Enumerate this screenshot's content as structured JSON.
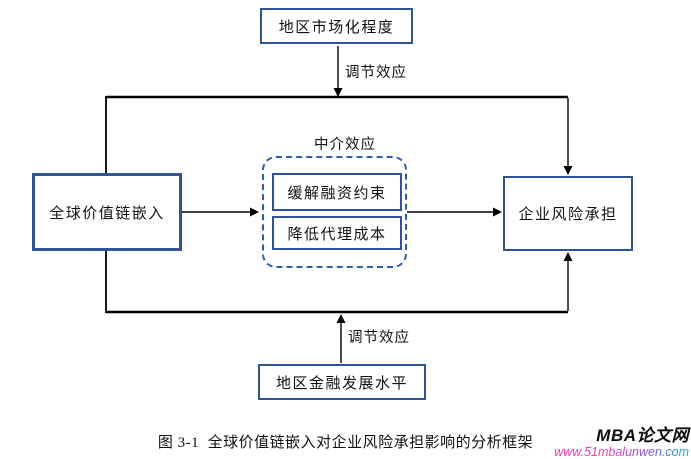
{
  "figure": {
    "nodes": {
      "top_moderator": "地区市场化程度",
      "independent": "全球价值链嵌入",
      "mediator_1": "缓解融资约束",
      "mediator_2": "降低代理成本",
      "dependent": "企业风险承担",
      "bottom_moderator": "地区金融发展水平"
    },
    "edge_labels": {
      "mediation": "中介效应",
      "top_moderation": "调节效应",
      "bottom_moderation": "调节效应"
    },
    "caption": "图 3-1  全球价值链嵌入对企业风险承担影响的分析框架"
  },
  "watermark": {
    "site_name": "MBA论文网",
    "site_url": "www.51mbalunwen.com"
  },
  "colors": {
    "box_border": "#2f5496",
    "dashed_border": "#2e5fae",
    "line": "#000000",
    "url_color_start": "#ff2fa0",
    "url_color_end": "#00b2d8"
  }
}
